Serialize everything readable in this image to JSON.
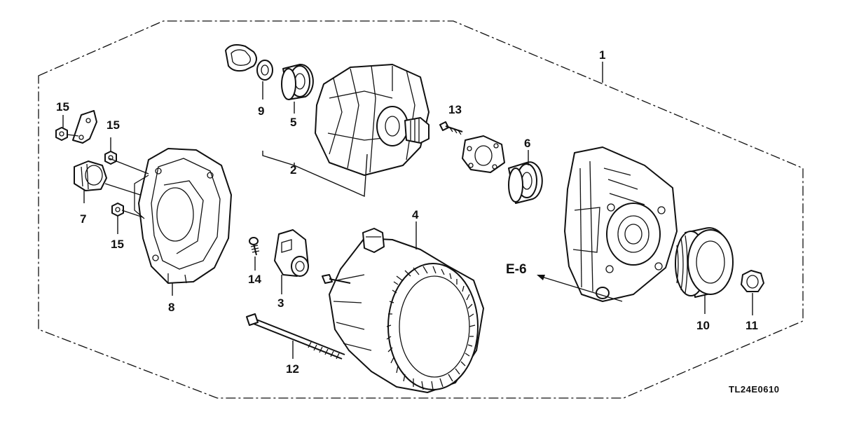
{
  "diagram": {
    "diagram_code": "TL24E0610",
    "reference_label": "E-6",
    "callouts": {
      "c1": "1",
      "c2": "2",
      "c3": "3",
      "c4": "4",
      "c5": "5",
      "c6": "6",
      "c7": "7",
      "c8": "8",
      "c9": "9",
      "c10": "10",
      "c11": "11",
      "c12": "12",
      "c13": "13",
      "c14": "14",
      "c15a": "15",
      "c15b": "15",
      "c15c": "15"
    }
  }
}
